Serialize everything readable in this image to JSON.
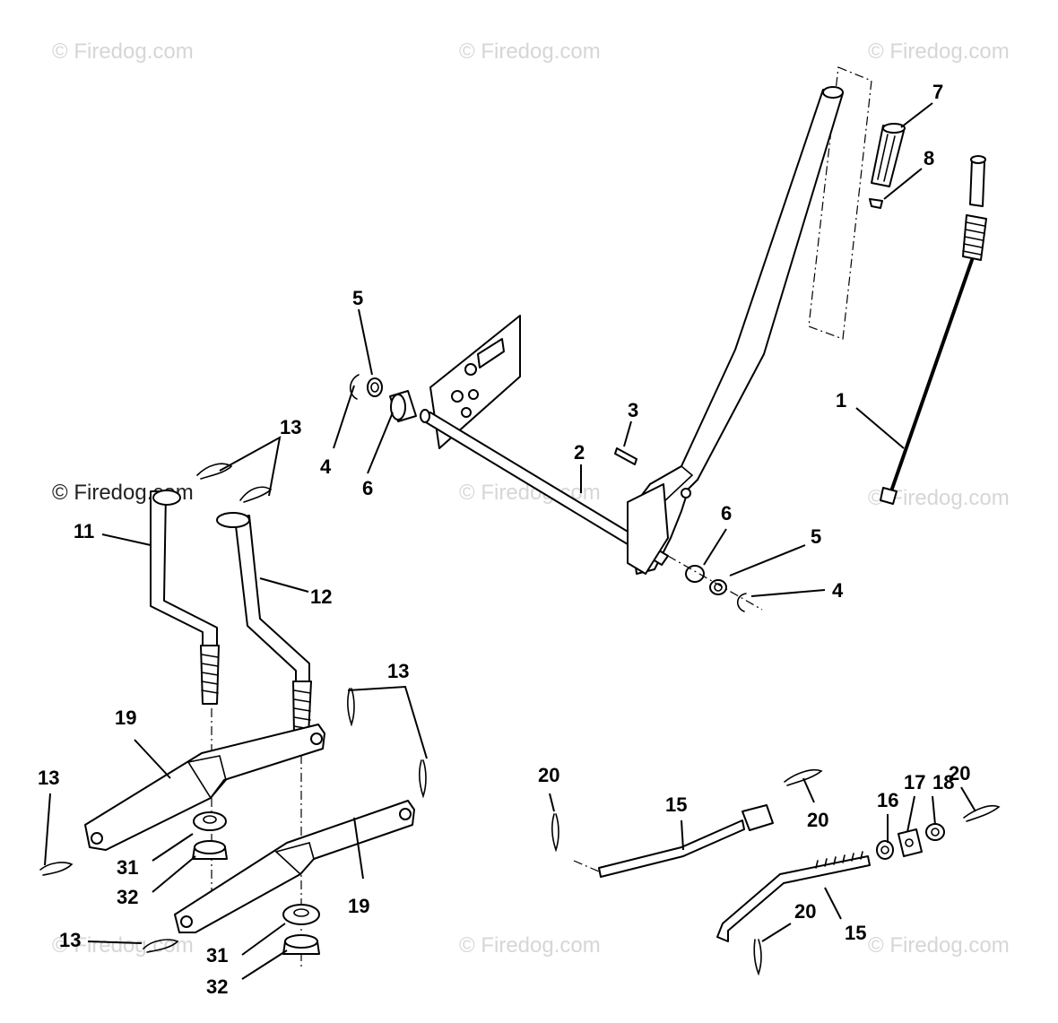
{
  "watermark": "© Firedog.com",
  "callouts": [
    "1",
    "2",
    "3",
    "4",
    "5",
    "6",
    "7",
    "8",
    "11",
    "12",
    "13",
    "15",
    "16",
    "17",
    "18",
    "19",
    "20",
    "31",
    "32"
  ]
}
